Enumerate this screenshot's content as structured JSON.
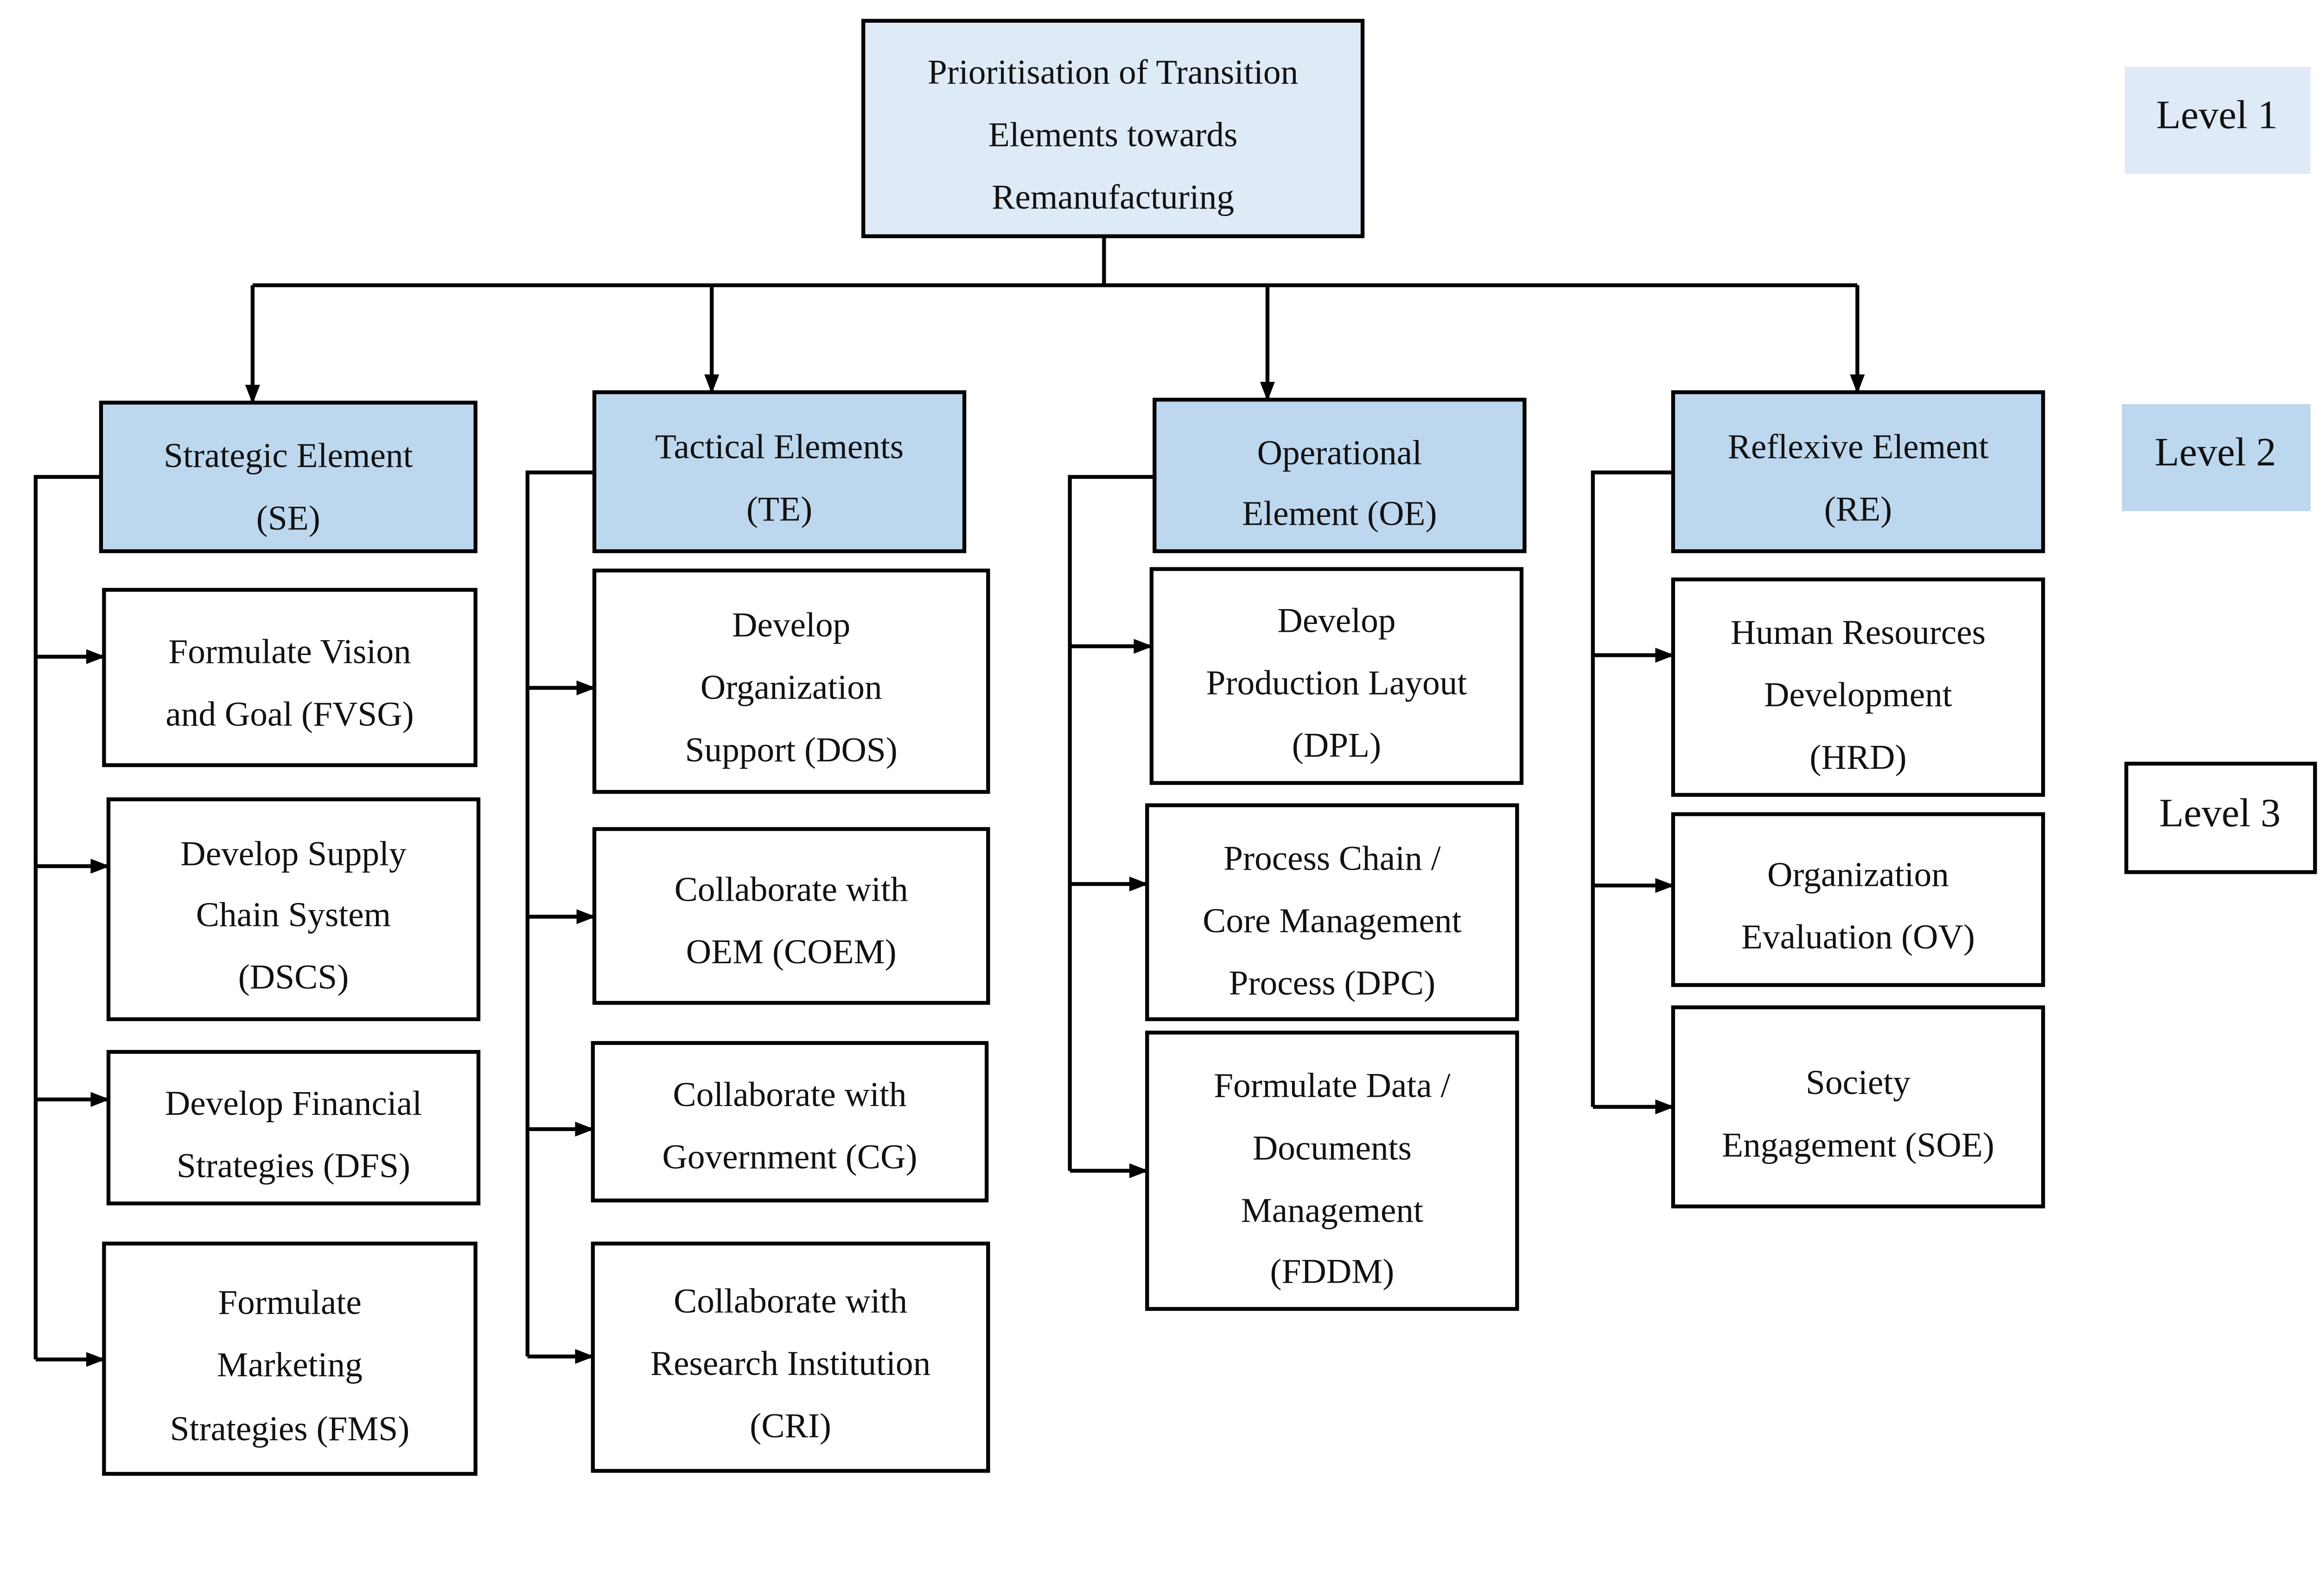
{
  "colors": {
    "level1_fill": "#deeaf6",
    "level2_fill": "#bdd7ee",
    "level3_fill": "#ffffff",
    "stroke": "#000000"
  },
  "root": {
    "lines": [
      "Prioritisation of Transition",
      "Elements towards",
      "Remanufacturing"
    ]
  },
  "levels": [
    "Level 1",
    "Level 2",
    "Level 3"
  ],
  "columns": [
    {
      "header": {
        "lines": [
          "Strategic Element",
          "(SE)"
        ]
      },
      "children": [
        {
          "lines": [
            "Formulate Vision",
            "and Goal (FVSG)"
          ]
        },
        {
          "lines": [
            "Develop Supply",
            "Chain System",
            "(DSCS)"
          ]
        },
        {
          "lines": [
            "Develop Financial",
            "Strategies (DFS)"
          ]
        },
        {
          "lines": [
            "Formulate",
            "Marketing",
            "Strategies (FMS)"
          ]
        }
      ]
    },
    {
      "header": {
        "lines": [
          "Tactical Elements",
          "(TE)"
        ]
      },
      "children": [
        {
          "lines": [
            "Develop",
            "Organization",
            "Support (DOS)"
          ]
        },
        {
          "lines": [
            "Collaborate with",
            "OEM (COEM)"
          ]
        },
        {
          "lines": [
            "Collaborate with",
            "Government (CG)"
          ]
        },
        {
          "lines": [
            "Collaborate with",
            "Research Institution",
            "(CRI)"
          ]
        }
      ]
    },
    {
      "header": {
        "lines": [
          "Operational",
          "Element (OE)"
        ]
      },
      "children": [
        {
          "lines": [
            "Develop",
            "Production Layout",
            "(DPL)"
          ]
        },
        {
          "lines": [
            "Process Chain /",
            "Core Management",
            "Process (DPC)"
          ]
        },
        {
          "lines": [
            "Formulate Data /",
            "Documents",
            "Management",
            "(FDDM)"
          ]
        }
      ]
    },
    {
      "header": {
        "lines": [
          "Reflexive Element",
          "(RE)"
        ]
      },
      "children": [
        {
          "lines": [
            "Human Resources",
            "Development",
            "(HRD)"
          ]
        },
        {
          "lines": [
            "Organization",
            "Evaluation (OV)"
          ]
        },
        {
          "lines": [
            "Society",
            "Engagement (SOE)"
          ]
        }
      ]
    }
  ]
}
